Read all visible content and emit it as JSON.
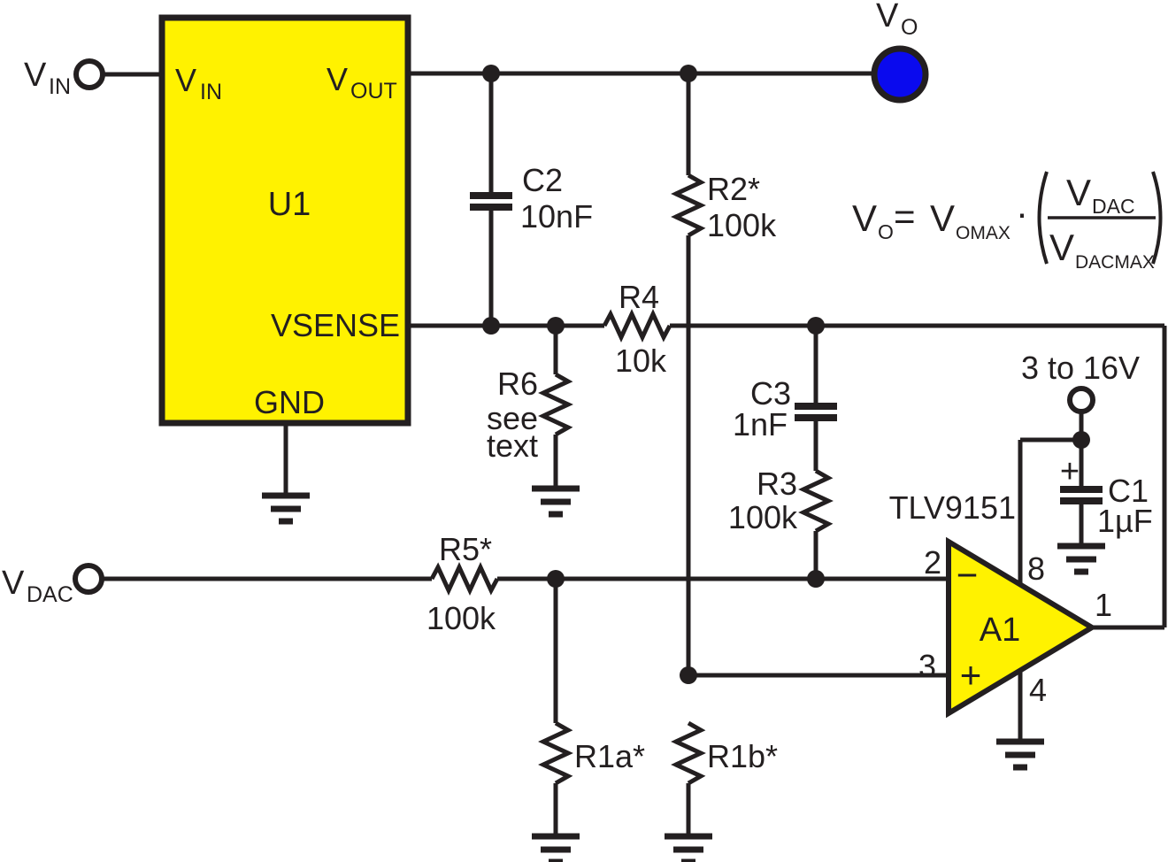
{
  "colors": {
    "wire": "#231F20",
    "component_fill": "#FFF200",
    "terminal_fill": "#0A0AEE",
    "background": "#FFFFFF"
  },
  "u1": {
    "ref": "U1",
    "pin_vin": {
      "base": "V",
      "sub": "IN"
    },
    "pin_vout": {
      "base": "V",
      "sub": "OUT"
    },
    "pin_vsense": "VSENSE",
    "pin_gnd": "GND"
  },
  "terminals": {
    "vin": {
      "base": "V",
      "sub": "IN"
    },
    "vdac": {
      "base": "V",
      "sub": "DAC"
    },
    "vo": {
      "base": "V",
      "sub": "O"
    },
    "supply": {
      "label": "3 to 16V"
    }
  },
  "components": {
    "c2": {
      "ref": "C2",
      "value": "10nF"
    },
    "r2": {
      "ref": "R2*",
      "value": "100k"
    },
    "r4": {
      "ref": "R4",
      "value": "10k"
    },
    "r6": {
      "ref": "R6",
      "note_line1": "see",
      "note_line2": "text"
    },
    "c3": {
      "ref": "C3",
      "value": "1nF"
    },
    "r3": {
      "ref": "R3",
      "value": "100k"
    },
    "r5": {
      "ref": "R5*",
      "value": "100k"
    },
    "r1a": {
      "ref": "R1a*"
    },
    "r1b": {
      "ref": "R1b*"
    },
    "c1": {
      "ref": "C1",
      "value": "1µF",
      "polarity": "+"
    }
  },
  "opamp": {
    "ref": "A1",
    "part": "TLV9151",
    "inverting_sign": "−",
    "noninverting_sign": "+",
    "pin_inverting": "2",
    "pin_noninverting": "3",
    "pin_output": "1",
    "pin_vplus": "8",
    "pin_vminus": "4"
  },
  "formula": {
    "lhs": {
      "base": "V",
      "sub": "O"
    },
    "equals": "=",
    "gain": {
      "base": "V",
      "sub": "OMAX"
    },
    "multiply": "·",
    "numerator": {
      "base": "V",
      "sub": "DAC"
    },
    "denominator": {
      "base": "V",
      "sub": "DACMAX"
    }
  }
}
